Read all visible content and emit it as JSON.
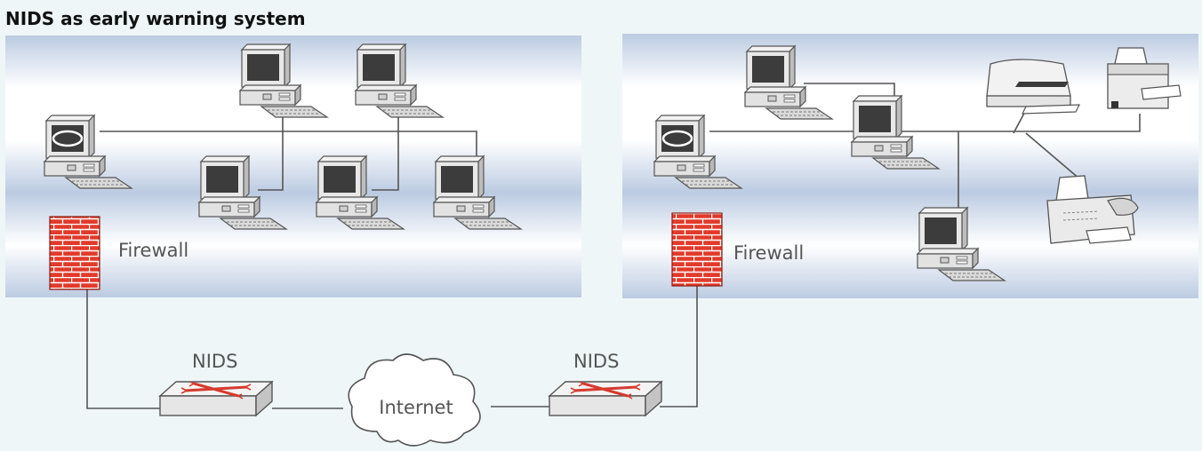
{
  "title": "NIDS as early warning system",
  "labels": {
    "firewall_left": "Firewall",
    "firewall_right": "Firewall",
    "nids_left": "NIDS",
    "nids_right": "NIDS",
    "internet": "Internet"
  },
  "colors": {
    "background": "#eef6f8",
    "network_band_dark": "#bccbe2",
    "network_band_light": "#ffffff",
    "firewall_brick": "#e23a2a",
    "nids_cross": "#d63a2e",
    "line": "#555555"
  },
  "icons": [
    "computer-icon",
    "firewall-icon",
    "nids-switch-icon",
    "internet-cloud-icon",
    "printer-icon",
    "fax-icon"
  ]
}
